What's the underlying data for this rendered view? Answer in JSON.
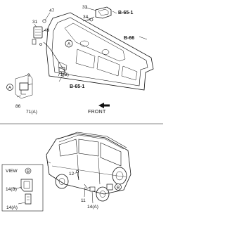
{
  "callouts": {
    "p33": "33",
    "p47": "47",
    "p34": "34",
    "p31": "31",
    "p49": "49",
    "p9": "9",
    "p86": "86",
    "p71a": "71(A)",
    "p71b": "71(B)",
    "p12": "12",
    "p11": "11",
    "p14a": "14(A)",
    "p14b": "14(B)",
    "p14a_view": "14(A)"
  },
  "refs": {
    "b65_top": "B-65-1",
    "b66": "B-66",
    "b65_mid": "B-65-1"
  },
  "markers": {
    "a_door": "A",
    "a_detail": "A",
    "b_car": "B",
    "b_view": "B"
  },
  "labels": {
    "front": "FRONT",
    "view": "VIEW"
  }
}
